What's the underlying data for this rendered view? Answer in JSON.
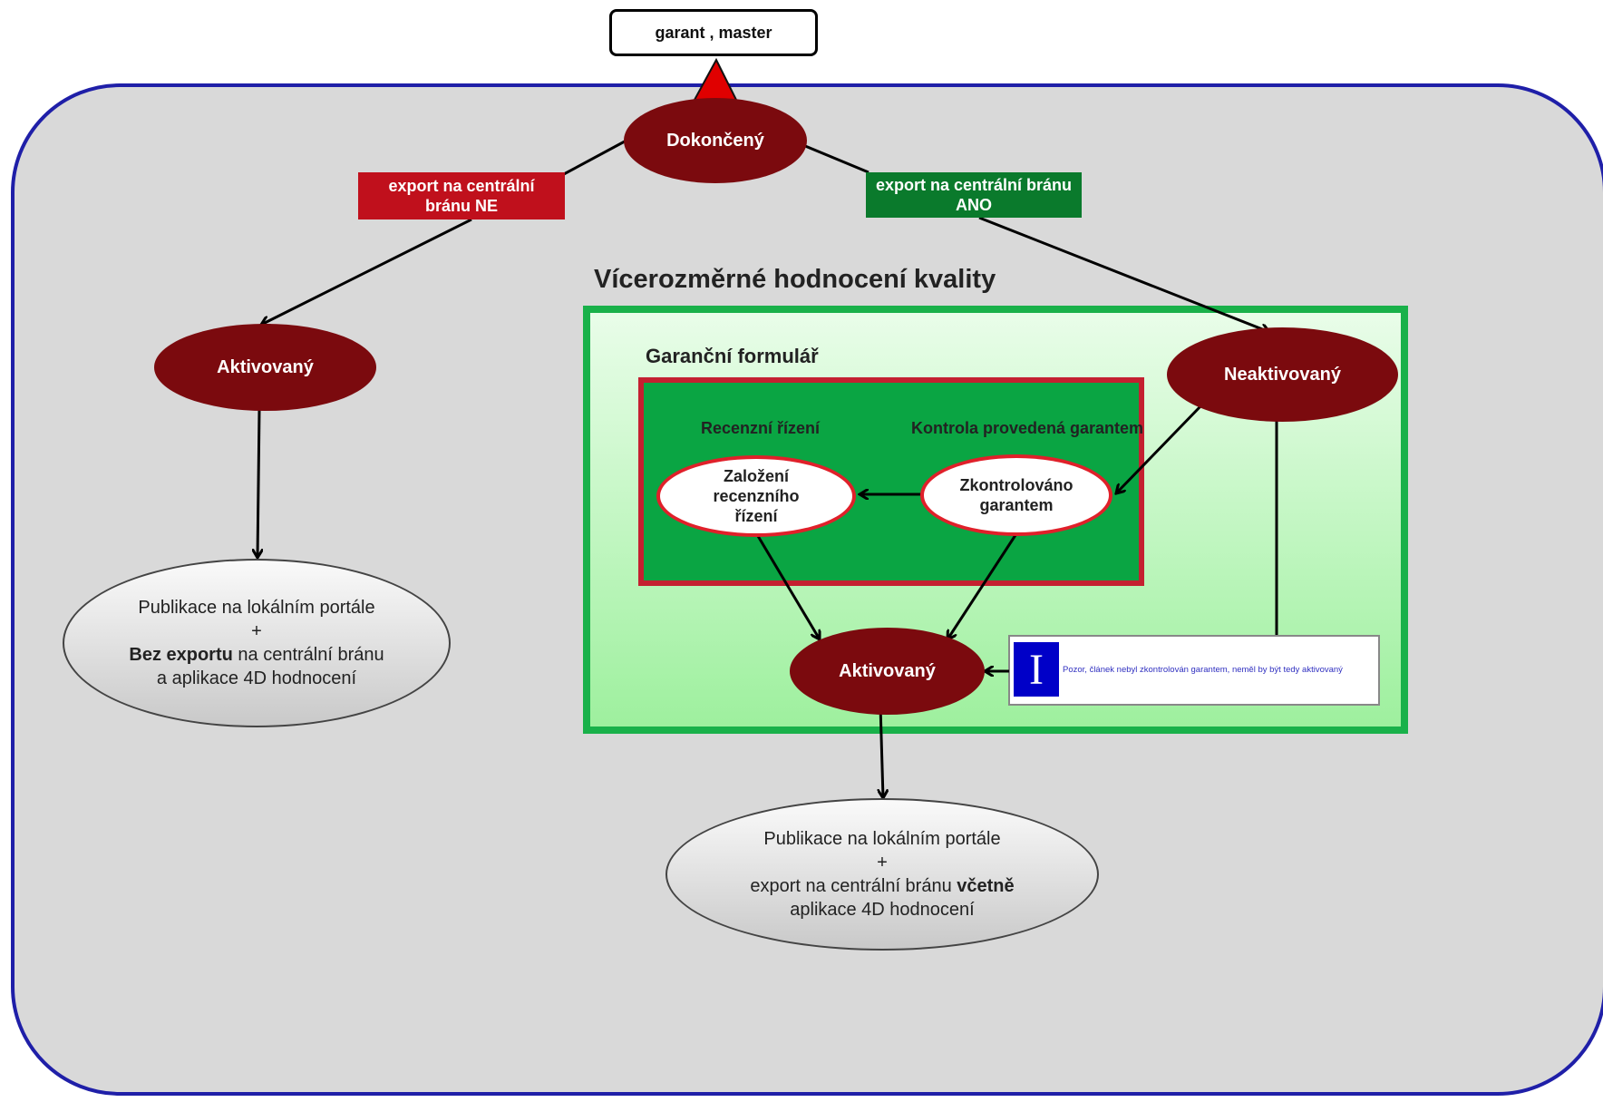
{
  "top_box": {
    "label": "garant , master"
  },
  "nodes": {
    "dokonceny": "Dokončený",
    "aktivovany_left": "Aktivovaný",
    "neaktivovany": "Neaktivovaný",
    "aktivovany_right": "Aktivovaný",
    "zalozeni": "Založení recenzního řízení",
    "zkontrolovano": "Zkontrolováno garantem"
  },
  "tags": {
    "export_ne": "export  na centrální bránu NE",
    "export_ano": "export  na centrální bránu ANO"
  },
  "section": {
    "title": "Vícerozměrné hodnocení kvality",
    "form_title": "Garanční formulář",
    "col_left": "Recenzní řízení",
    "col_right": "Kontrola provedená garantem"
  },
  "outcome_left": {
    "line1": "Publikace na lokálním portále",
    "plus": "+",
    "bold": "Bez exportu",
    "rest": " na centrální bránu a aplikace 4D hodnocení"
  },
  "outcome_right": {
    "line1": "Publikace na lokálním portále",
    "plus": "+",
    "pre": "export na centrální bránu ",
    "bold": "včetně",
    "rest": " aplikace 4D hodnocení"
  },
  "info": {
    "icon": "info-icon",
    "glyph": "I",
    "text": "Pozor, článek nebyl zkontrolován garantem, neměl by být tedy aktivovaný"
  },
  "colors": {
    "dark_red": "#7b0a0e",
    "border_blue": "#1f1fa8",
    "green": "#19b14a",
    "red": "#c0101c"
  }
}
